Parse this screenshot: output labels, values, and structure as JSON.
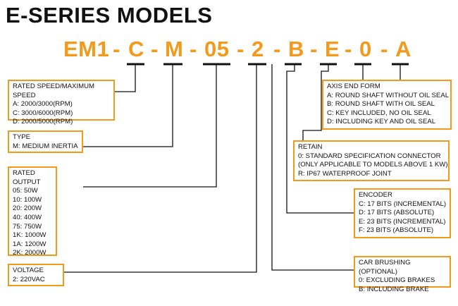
{
  "title": "E-SERIES MODELS",
  "model_code": [
    "EM1",
    "-",
    "C",
    "-",
    "M",
    "-",
    "05",
    "-",
    "2",
    "-",
    "B",
    "-",
    "E",
    "-",
    "0",
    "-",
    "A"
  ],
  "colors": {
    "accent": "#f39a1c",
    "line": "#111111"
  },
  "boxes": {
    "speed": {
      "title": "RATED SPEED/MAXIMUM SPEED",
      "rows": [
        "A:  2000/3000(RPM)",
        "C:  3000/6000(RPM)",
        "D:  2000/5000(RPM)"
      ]
    },
    "type": {
      "title": "TYPE",
      "rows": [
        "M:  MEDIUM INERTIA"
      ]
    },
    "output": {
      "title": "RATED OUTPUT",
      "rows": [
        "05:  50W",
        "10:  100W",
        "20:  200W",
        "40:  400W",
        "75:  750W",
        "1K:  1000W",
        "1A:  1200W",
        "2K:  2000W"
      ]
    },
    "voltage": {
      "title": "VOLTAGE",
      "rows": [
        "2:  220VAC"
      ]
    },
    "axis": {
      "title": "AXIS END FORM",
      "rows": [
        "A:  ROUND SHAFT WITHOUT OIL SEAL",
        "B:  ROUND SHAFT WITH OIL SEAL",
        "C:  KEY INCLUDED, NO OIL SEAL",
        "D:  INCLUDING KEY AND OIL SEAL"
      ]
    },
    "retain": {
      "title": "RETAIN",
      "rows": [
        "0:  STANDARD SPECIFICATION CONNECTOR",
        "(ONLY APPLICABLE TO MODELS ABOVE 1 KW)",
        "R:  IP67 WATERPROOF JOINT"
      ]
    },
    "encoder": {
      "title": "ENCODER",
      "rows": [
        "C:  17 BITS (INCREMENTAL)",
        "D:  17 BITS (ABSOLUTE)",
        "E:  23 BITS (INCREMENTAL)",
        "F:  23 BITS (ABSOLUTE)"
      ]
    },
    "brake": {
      "title": "CAR BRUSHING (OPTIONAL)",
      "rows": [
        "0:  EXCLUDING BRAKES",
        "B:  INCLUDING BRAKE"
      ]
    }
  }
}
